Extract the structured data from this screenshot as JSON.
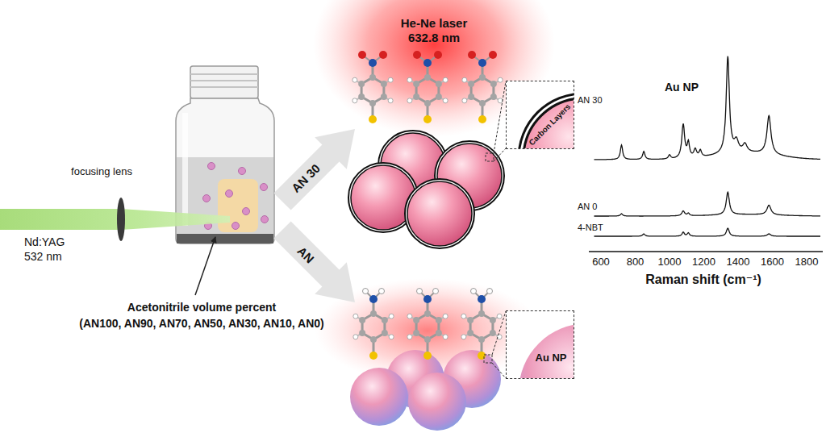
{
  "diagram": {
    "nodes": [
      {
        "text": [
          "Carbon Layers"
        ]
      },
      {
        "text": [
          "Au NP"
        ]
      }
    ],
    "labels": [
      "He-Ne laser",
      "632.8 nm",
      "focusing lens",
      "Nd:YAG",
      "532 nm",
      "Acetonitrile volume percent",
      "(AN100, AN90, AN70, AN50, AN30, AN10, AN0)",
      "AN 30",
      "AN",
      "Au NP",
      "AN 30",
      "AN 0",
      "4-NBT",
      "600",
      "800",
      "1000",
      "1200",
      "1400",
      "1600",
      "1800",
      "Raman shift (cm⁻¹)"
    ]
  }
}
